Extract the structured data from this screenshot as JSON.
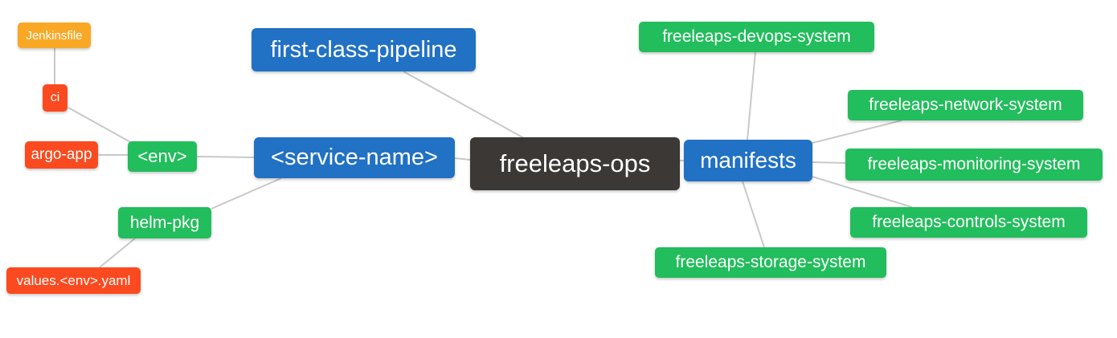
{
  "colors": {
    "blue": "#2171c4",
    "green": "#22bd5c",
    "red": "#fb4a1f",
    "orange": "#f9a826",
    "dark": "#3b3836",
    "edge": "#c9c9c9",
    "text": "#ffffff",
    "background": "#ffffff"
  },
  "nodes": {
    "jenkinsfile": {
      "label": "Jenkinsfile",
      "color": "orange"
    },
    "ci": {
      "label": "ci",
      "color": "red"
    },
    "argo_app": {
      "label": "argo-app",
      "color": "red"
    },
    "env": {
      "label": "<env>",
      "color": "green"
    },
    "helm_pkg": {
      "label": "helm-pkg",
      "color": "green"
    },
    "values_env_yaml": {
      "label": "values.<env>.yaml",
      "color": "red"
    },
    "service_name": {
      "label": "<service-name>",
      "color": "blue"
    },
    "first_class_pipeline": {
      "label": "first-class-pipeline",
      "color": "blue"
    },
    "freeleaps_ops": {
      "label": "freeleaps-ops",
      "color": "dark"
    },
    "manifests": {
      "label": "manifests",
      "color": "blue"
    },
    "devops_system": {
      "label": "freeleaps-devops-system",
      "color": "green"
    },
    "network_system": {
      "label": "freeleaps-network-system",
      "color": "green"
    },
    "monitoring_system": {
      "label": "freeleaps-monitoring-system",
      "color": "green"
    },
    "controls_system": {
      "label": "freeleaps-controls-system",
      "color": "green"
    },
    "storage_system": {
      "label": "freeleaps-storage-system",
      "color": "green"
    }
  },
  "edges": [
    {
      "from": "jenkinsfile",
      "to": "ci"
    },
    {
      "from": "ci",
      "to": "env"
    },
    {
      "from": "argo_app",
      "to": "env"
    },
    {
      "from": "env",
      "to": "service_name"
    },
    {
      "from": "service_name",
      "to": "freeleaps_ops"
    },
    {
      "from": "first_class_pipeline",
      "to": "freeleaps_ops"
    },
    {
      "from": "service_name",
      "to": "helm_pkg"
    },
    {
      "from": "helm_pkg",
      "to": "values_env_yaml"
    },
    {
      "from": "freeleaps_ops",
      "to": "manifests"
    },
    {
      "from": "manifests",
      "to": "devops_system"
    },
    {
      "from": "manifests",
      "to": "network_system"
    },
    {
      "from": "manifests",
      "to": "monitoring_system"
    },
    {
      "from": "manifests",
      "to": "controls_system"
    },
    {
      "from": "manifests",
      "to": "storage_system"
    }
  ]
}
